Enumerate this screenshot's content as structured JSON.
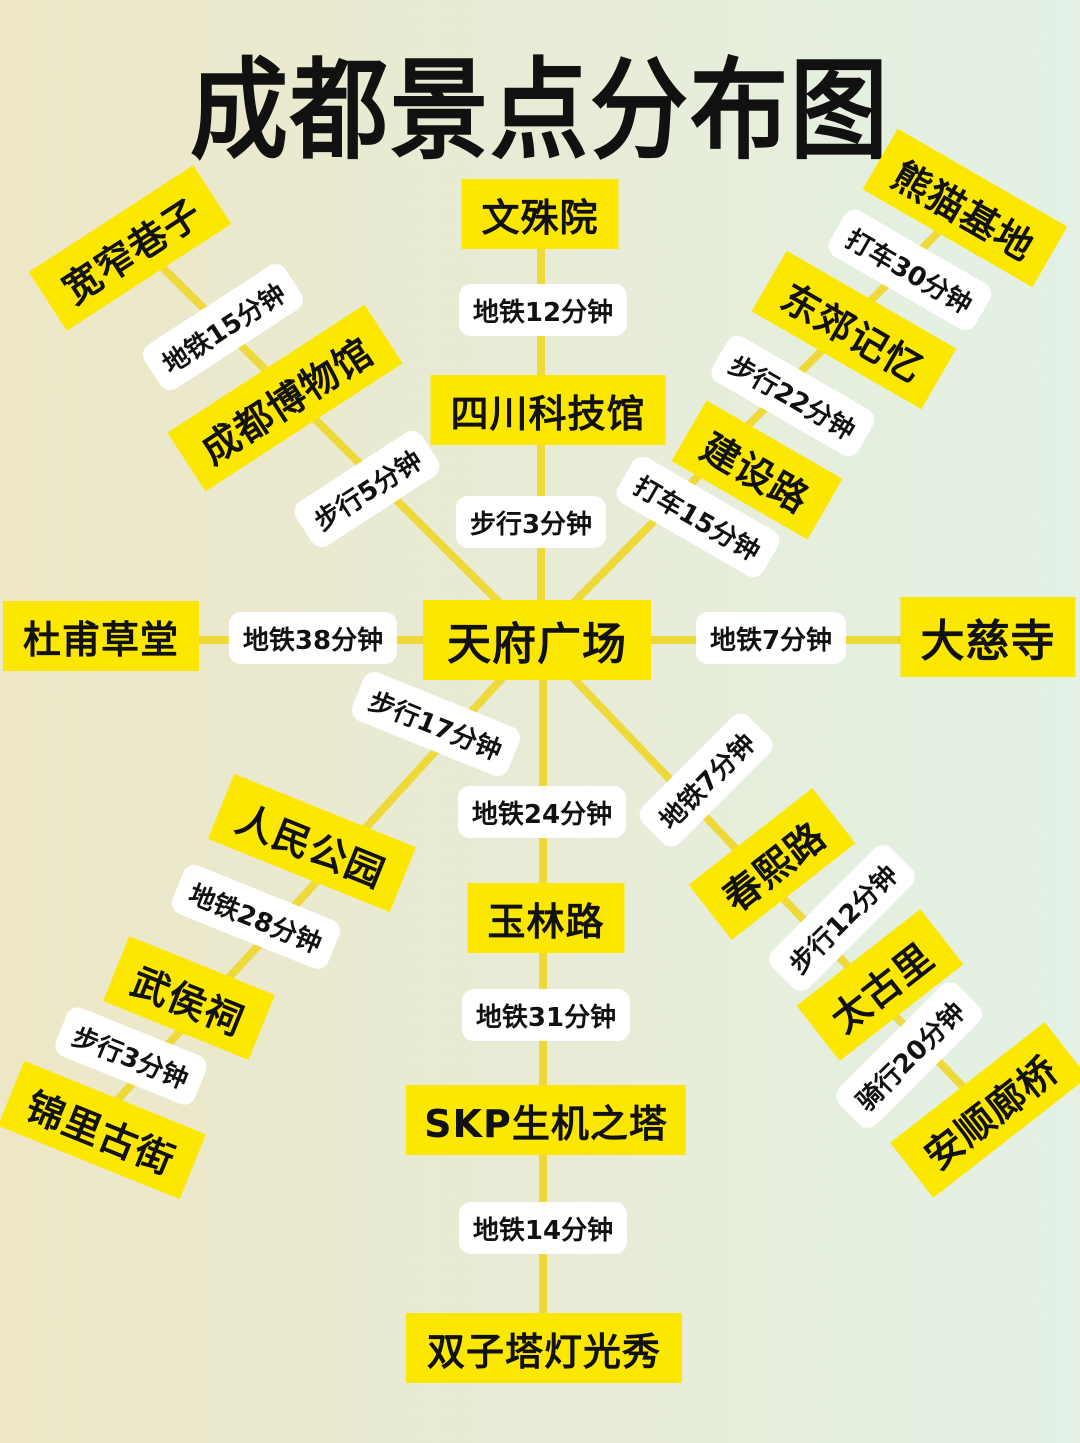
{
  "title": "成都景点分布图",
  "colors": {
    "node_fill": "#fce700",
    "edge_label_fill": "#ffffff",
    "line": "#efd93a",
    "text": "#111111",
    "background_left": "#ede7c6",
    "background_right": "#e3f1e6"
  },
  "center": {
    "name": "天府广场"
  },
  "branches": {
    "north": {
      "nodes": [
        "四川科技馆",
        "文殊院"
      ],
      "edges": [
        "步行3分钟",
        "地铁12分钟"
      ]
    },
    "northwest": {
      "nodes": [
        "成都博物馆",
        "宽窄巷子"
      ],
      "edges": [
        "步行5分钟",
        "地铁15分钟"
      ]
    },
    "northeast": {
      "nodes": [
        "建设路",
        "东郊记忆",
        "熊猫基地"
      ],
      "edges": [
        "打车15分钟",
        "步行22分钟",
        "打车30分钟"
      ]
    },
    "west": {
      "nodes": [
        "杜甫草堂"
      ],
      "edges": [
        "地铁38分钟"
      ]
    },
    "east": {
      "nodes": [
        "大慈寺"
      ],
      "edges": [
        "地铁7分钟"
      ]
    },
    "southwest": {
      "nodes": [
        "人民公园",
        "武侯祠",
        "锦里古街"
      ],
      "edges": [
        "步行17分钟",
        "地铁28分钟",
        "步行3分钟"
      ]
    },
    "south": {
      "nodes": [
        "玉林路",
        "SKP生机之塔",
        "双子塔灯光秀"
      ],
      "edges": [
        "地铁24分钟",
        "地铁31分钟",
        "地铁14分钟"
      ]
    },
    "southeast": {
      "nodes": [
        "春熙路",
        "太古里",
        "安顺廊桥"
      ],
      "edges": [
        "地铁7分钟",
        "步行12分钟",
        "骑行20分钟"
      ]
    }
  }
}
